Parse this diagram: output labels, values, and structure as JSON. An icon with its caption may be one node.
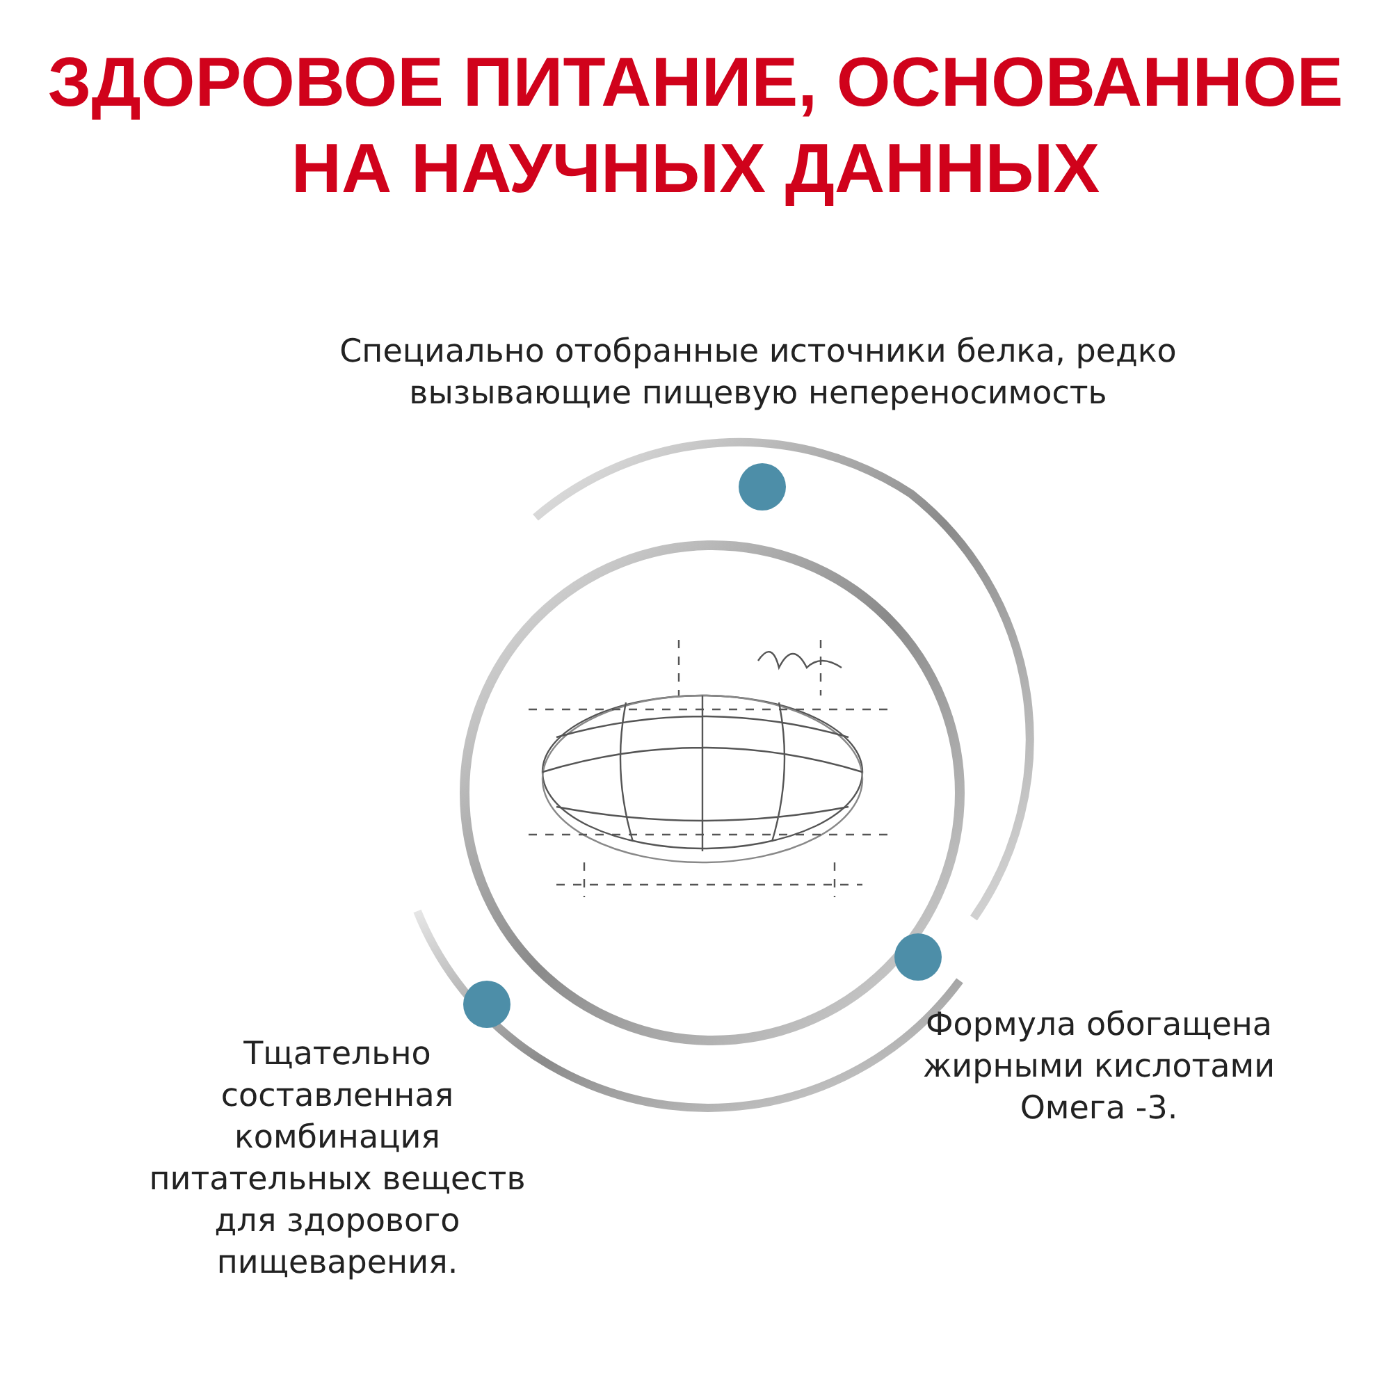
{
  "diagram": {
    "title": "ЗДОРОВОЕ ПИТАНИЕ, ОСНОВАННОЕ НА НАУЧНЫХ ДАННЫХ",
    "labels": [
      "Специально отобранные источники белка, редко вызывающие пищевую непереносимость",
      "Формула обогащена жирными кислотами Омега -3.",
      "Тщательно составленная комбинация питательных веществ для здорового пищеварения."
    ]
  }
}
